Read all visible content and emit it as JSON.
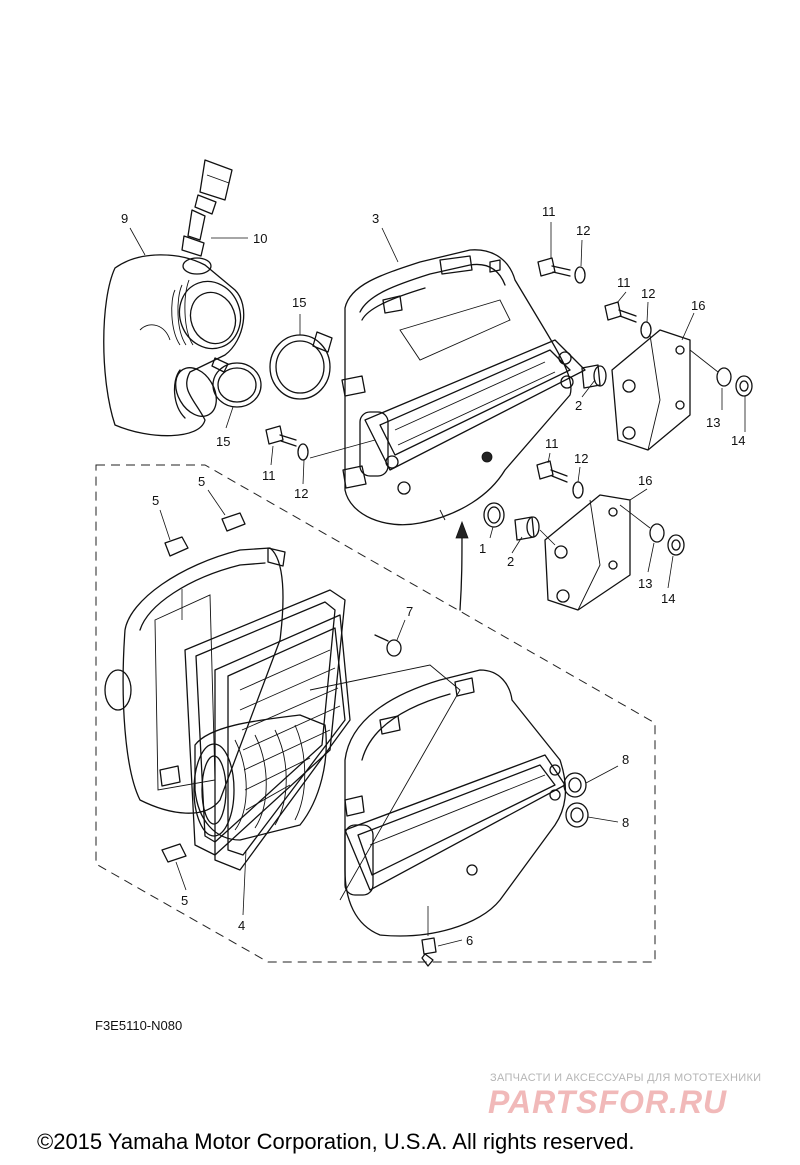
{
  "diagram": {
    "part_labels": {
      "p1": "1",
      "p2a": "2",
      "p2b": "2",
      "p3": "3",
      "p4": "4",
      "p5a": "5",
      "p5b": "5",
      "p5c": "5",
      "p6": "6",
      "p7": "7",
      "p8a": "8",
      "p8b": "8",
      "p9": "9",
      "p10": "10",
      "p11a": "11",
      "p11b": "11",
      "p11c": "11",
      "p11d": "11",
      "p12a": "12",
      "p12b": "12",
      "p12c": "12",
      "p12d": "12",
      "p13a": "13",
      "p13b": "13",
      "p14a": "14",
      "p14b": "14",
      "p15a": "15",
      "p15b": "15",
      "p16a": "16",
      "p16b": "16"
    },
    "figure_code": "F3E5110-N080"
  },
  "watermark": {
    "tagline": "ЗАПЧАСТИ И АКСЕССУАРЫ ДЛЯ МОТОТЕХНИКИ",
    "logo_text": "PARTSFOR.RU"
  },
  "footer": {
    "copyright": "©2015 Yamaha Motor Corporation, U.S.A. All rights reserved."
  }
}
